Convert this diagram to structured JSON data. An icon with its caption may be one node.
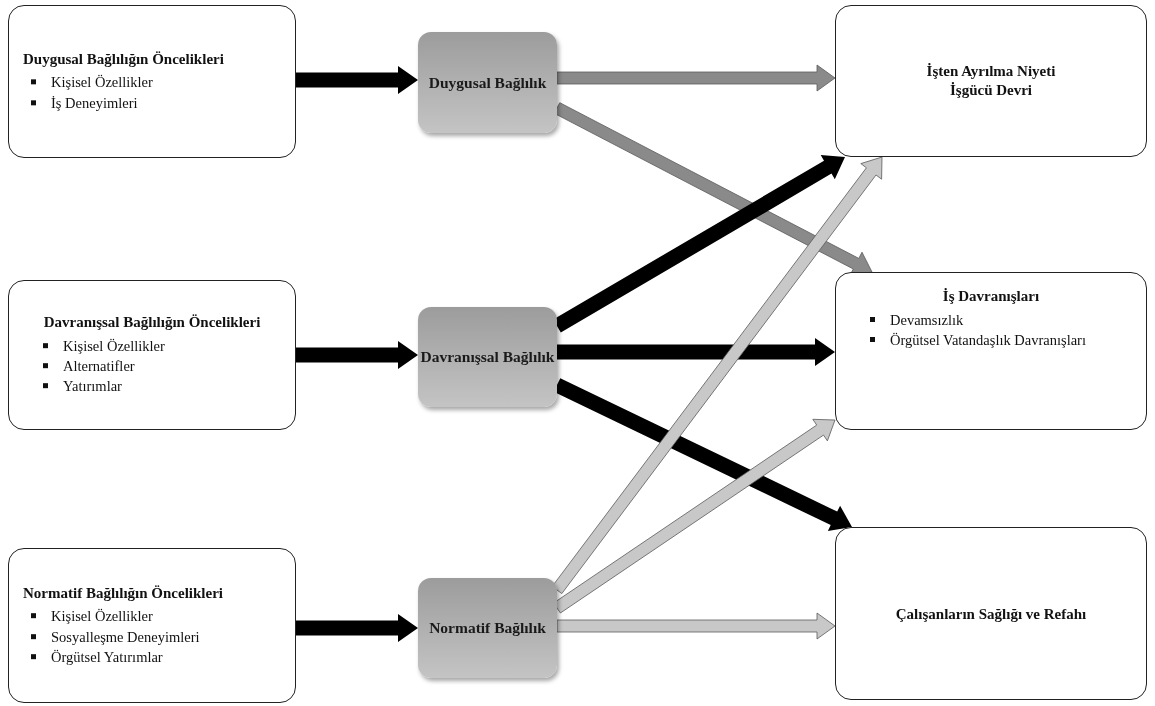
{
  "diagram": {
    "nodes": [
      {
        "text": [
          "Duygusal Bağlılığın Öncelikleri",
          "Kişisel Özellikler",
          "İş Deneyimleri"
        ]
      },
      {
        "text": [
          "Duygusal Bağlılık"
        ]
      },
      {
        "text": [
          "İşten Ayrılma Niyeti",
          "İşgücü Devri"
        ]
      },
      {
        "text": [
          "Davranışsal Bağlılığın Öncelikleri",
          "Kişisel Özellikler",
          "Alternatifler",
          "Yatırımlar"
        ]
      },
      {
        "text": [
          "Davranışsal Bağlılık"
        ]
      },
      {
        "text": [
          "İş Davranışları",
          "Devamsızlık",
          "Örgütsel Vatandaşlık Davranışları"
        ]
      },
      {
        "text": [
          "Normatif Bağlılığın Öncelikleri",
          "Kişisel Özellikler",
          "Sosyalleşme Deneyimleri",
          "Örgütsel Yatırımlar"
        ]
      },
      {
        "text": [
          "Normatif Bağlılık"
        ]
      },
      {
        "text": [
          "Çalışanların Sağlığı ve Refahı"
        ]
      }
    ],
    "edges": [
      {
        "from": 0,
        "to": 1,
        "arrow": "to"
      },
      {
        "from": 1,
        "to": 2,
        "arrow": "to",
        "color": "#8a8a8a"
      },
      {
        "from": 1,
        "to": 5,
        "arrow": "to",
        "color": "#8a8a8a"
      },
      {
        "from": 3,
        "to": 4,
        "arrow": "to"
      },
      {
        "from": 4,
        "to": 2,
        "arrow": "to"
      },
      {
        "from": 4,
        "to": 5,
        "arrow": "to"
      },
      {
        "from": 4,
        "to": 8,
        "arrow": "to"
      },
      {
        "from": 6,
        "to": 7,
        "arrow": "to"
      },
      {
        "from": 7,
        "to": 2,
        "arrow": "to",
        "color": "#c8c8c8"
      },
      {
        "from": 7,
        "to": 5,
        "arrow": "to",
        "color": "#c8c8c8"
      },
      {
        "from": 7,
        "to": 8,
        "arrow": "to",
        "color": "#c8c8c8"
      }
    ]
  }
}
